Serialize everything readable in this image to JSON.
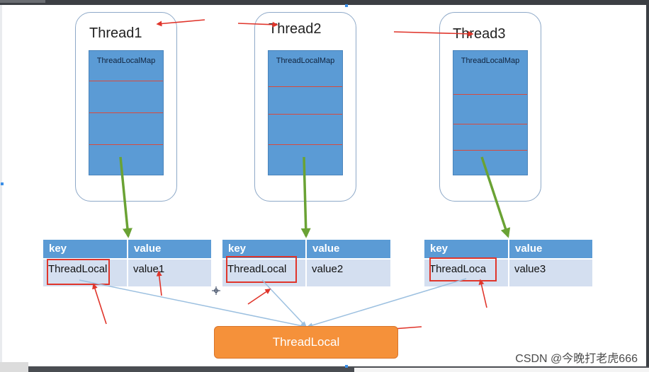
{
  "threads": [
    {
      "title": "Thread1",
      "map_label": "ThreadLocalMap"
    },
    {
      "title": "Thread2",
      "map_label": "ThreadLocalMap"
    },
    {
      "title": "Thread3",
      "map_label": "ThreadLocalMap"
    }
  ],
  "tables": [
    {
      "key_header": "key",
      "value_header": "value",
      "key": "ThreadLocal",
      "value": "value1"
    },
    {
      "key_header": "key",
      "value_header": "value",
      "key": "ThreadLocal",
      "value": "value2"
    },
    {
      "key_header": "key",
      "value_header": "value",
      "key": "ThreadLoca",
      "value": "value3"
    }
  ],
  "shared": {
    "label": "ThreadLocal"
  },
  "watermark": "CSDN @今晚打老虎666",
  "colors": {
    "map_fill": "#5b9bd5",
    "map_divider": "#d94a3c",
    "table_header": "#5b9bd5",
    "table_cell": "#d4dff0",
    "highlight_box": "#e0352b",
    "green_arrow": "#6aa234",
    "connector": "#9cc0e0",
    "shared_box": "#f5913a"
  }
}
